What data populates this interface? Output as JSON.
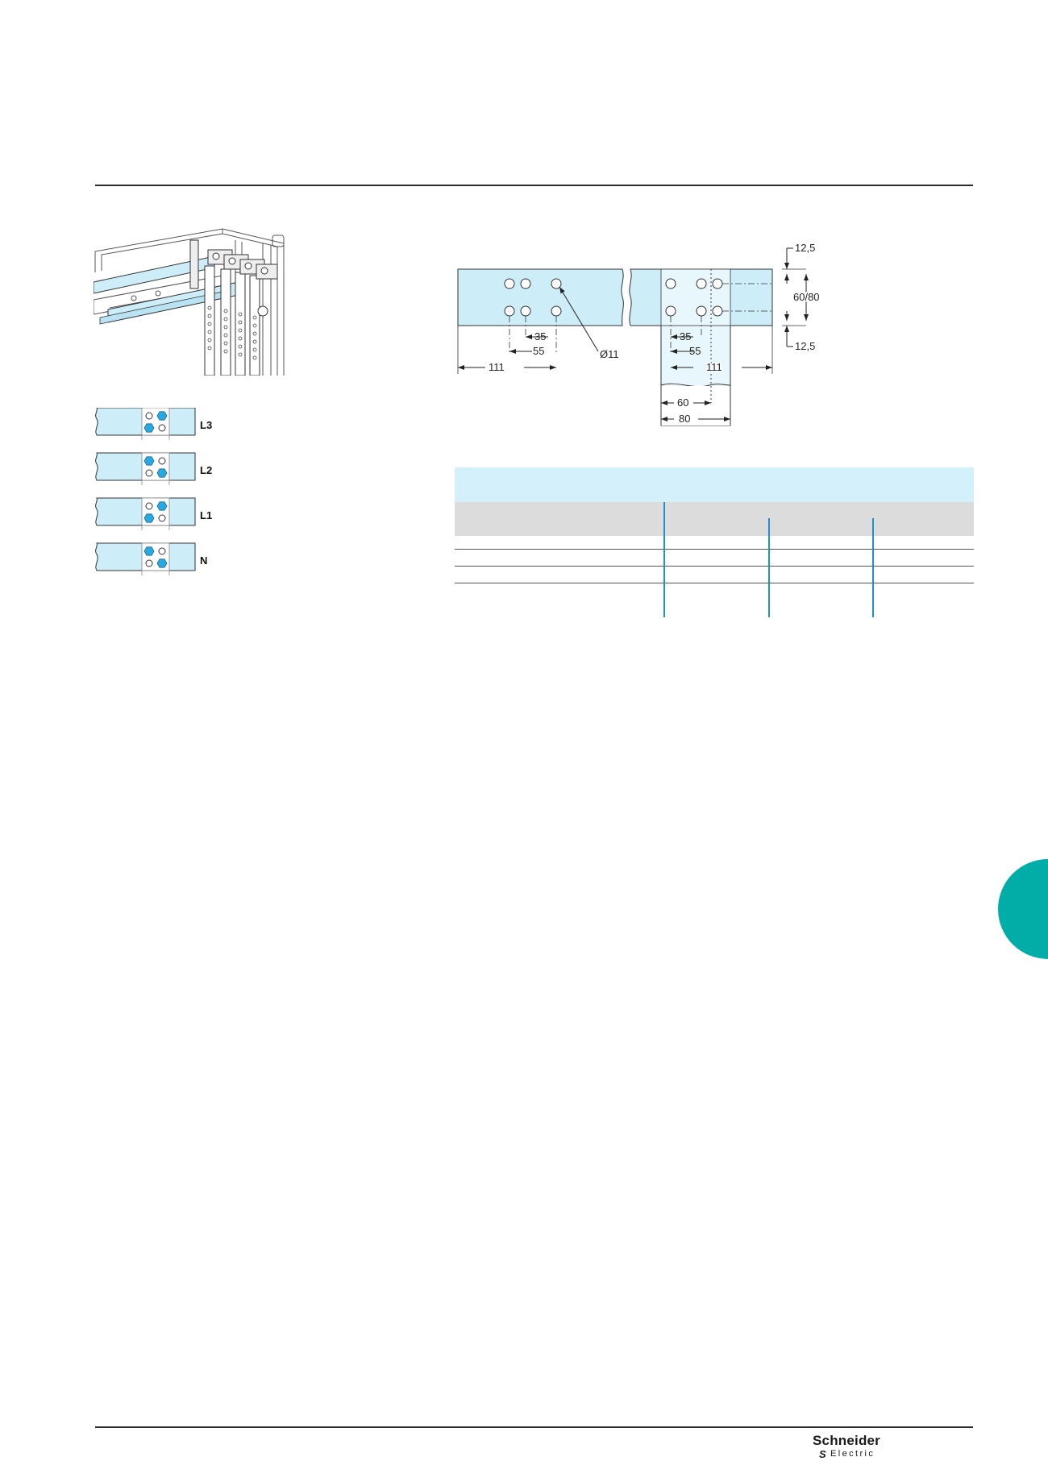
{
  "phase_labels": [
    "L3",
    "L2",
    "L1",
    "N"
  ],
  "dimensions": {
    "top_margin": "12,5",
    "bar_height": "60/80",
    "bottom_margin": "12,5",
    "spacing_35_left": "35",
    "spacing_55_left": "55",
    "offset_111_left": "111",
    "hole_diameter": "Ø11",
    "spacing_35_right": "35",
    "spacing_55_right": "55",
    "offset_111_right": "111",
    "width_60": "60",
    "width_80": "80"
  },
  "colors": {
    "bar_fill": "#cdeef9",
    "bolt_fill": "#29a9e0",
    "accent_teal": "#00aea8",
    "table_blue": "#d3f0fb",
    "table_grey": "#dcdcdc",
    "divider_blue": "#1f8fd6"
  },
  "brand": {
    "name": "Schneider",
    "sub": "Electric"
  }
}
